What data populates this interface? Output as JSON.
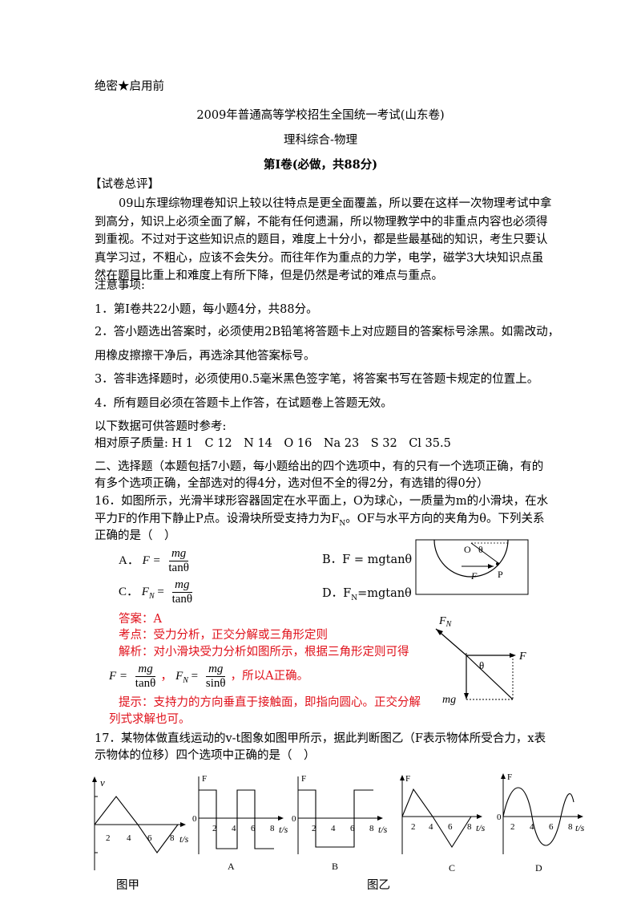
{
  "header": {
    "secret": "绝密★启用前",
    "exam_title": "2009年普通高等学校招生全国统一考试(山东卷)",
    "subject": "理科综合-物理",
    "volume": "第Ⅰ卷(必做，共88分)"
  },
  "review": {
    "heading": "【试卷总评】",
    "lines": [
      "09山东理综物理卷知识上较以往特点是更全面覆盖，所以要在这样一次物理考试中拿",
      "到高分，知识上必须全面了解，不能有任何遗漏，所以物理教学中的非重点内容也必须得",
      "到重视。不过对于这些知识点的题目，难度上十分小，都是些最基础的知识，考生只要认",
      "真学习过，不粗心，应该不会失分。而往年作为重点的力学，电学，磁学3大块知识点虽",
      "然在题目比重上和难度上有所下降，但是仍然是考试的难点与重点。"
    ]
  },
  "notes": {
    "heading": "注意事项:",
    "items": [
      "1．第Ⅰ卷共22小题，每小题4分，共88分。",
      "2．答小题选出答案时，必须使用2B铅笔将答题卡上对应题目的答案标号涂黑。如需改动，",
      "用橡皮擦擦干净后，再选涂其他答案标号。",
      "3．答非选择题时，必须使用0.5毫米黑色签字笔，将答案书写在答题卡规定的位置上。",
      "4．所有题目必须在答题卡上作答，在试题卷上答题无效。"
    ]
  },
  "reference": {
    "heading": "以下数据可供答题时参考:",
    "masses": "相对原子质量: H 1　C 12　N 14　O 16　Na 23　S 32　Cl 35.5"
  },
  "section2": {
    "intro_lines": [
      "二、选择题（本题包括7小题，每小题给出的四个选项中，有的只有一个选项正确，有的",
      "有多个选项正确，全部选对的得4分，选对但不全的得2分，有选错的得0分）"
    ]
  },
  "q16": {
    "stem_lines": [
      "16．如图所示，光滑半球形容器固定在水平面上，O为球心，一质量为m的小滑块，在水",
      "平力F的作用下静止P点。设滑块所受支持力为F",
      "。OF与水平方向的夹角为θ。下列关系",
      "正确的是（　）"
    ],
    "sub_N": "N",
    "option_A_label": "A．",
    "option_A_lhs": "F =",
    "option_A_num": "mg",
    "option_A_den": "tanθ",
    "option_B": "B．F = mgtanθ",
    "option_C_label": "C．",
    "option_C_lhs": "F",
    "option_C_eq": "=",
    "option_C_num": "mg",
    "option_C_den": "tanθ",
    "option_D_label": "D．F",
    "option_D_rest": "=mgtanθ",
    "answer": "答案：A",
    "kaodian": "考点：受力分析，正交分解或三角形定则",
    "jiexi": "解析：对小滑块受力分析如图所示，根据三角形定则可得",
    "formula_F": "F =",
    "formula_num1": "mg",
    "formula_den1": "tanθ",
    "formula_sep": "，",
    "formula_FN": "F",
    "formula_eq2": "=",
    "formula_num2": "mg",
    "formula_den2": "sinθ",
    "formula_tail": "，所以A正确。",
    "tip_lines": [
      "提示：支持力的方向垂直于接触面，即指向圆心。正交分解",
      "列式求解也可。"
    ],
    "diagram1": {
      "O": "O",
      "theta": "θ",
      "F": "F",
      "P": "P"
    },
    "diagram2": {
      "FN": "F",
      "N": "N",
      "F": "F",
      "theta": "θ",
      "mg": "mg"
    }
  },
  "q17": {
    "stem_lines": [
      "17．某物体做直线运动的v-t图象如图甲所示，据此判断图乙（F表示物体所受合力，x表",
      "示物体的位移）四个选项中正确的是（　）"
    ],
    "fig_jia": "图甲",
    "fig_yi": "图乙",
    "graph_v": "v",
    "graph_F": "F",
    "graph_zero": "0",
    "axis_t": "t/s",
    "ticks": [
      "2",
      "4",
      "6",
      "8"
    ],
    "labels": [
      "A",
      "B",
      "C",
      "D"
    ]
  }
}
